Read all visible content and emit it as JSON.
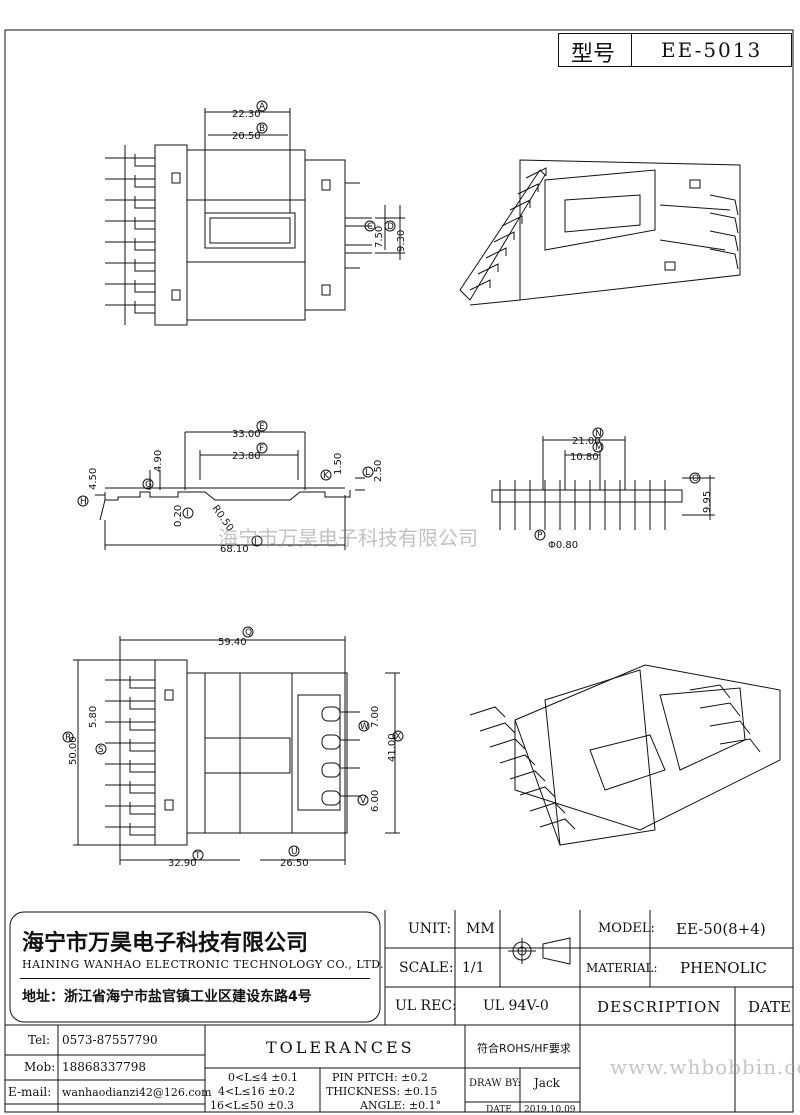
{
  "model_box": {
    "label": "型号",
    "value": "EE-5013"
  },
  "views": {
    "top": {
      "dims": {
        "A": "22.30",
        "B": "20.50",
        "C": "7.50",
        "D": "9.30"
      },
      "tags": {
        "A": "A",
        "B": "B",
        "C": "C",
        "D": "D"
      }
    },
    "side": {
      "dims": {
        "E": "33.00",
        "F": "23.80",
        "G": "4.90",
        "H": "4.50",
        "I": "0.20",
        "J": "68.10",
        "K": "1.50",
        "L": "2.50",
        "R": "R0.50"
      },
      "tags": {
        "E": "E",
        "F": "F",
        "G": "G",
        "H": "H",
        "I": "I",
        "J": "J",
        "K": "K",
        "L": "L"
      }
    },
    "end": {
      "dims": {
        "N": "21.00",
        "M": "10.80",
        "O": "9.95",
        "P": "Φ0.80"
      },
      "tags": {
        "N": "N",
        "M": "M",
        "O": "O",
        "P": "P"
      }
    },
    "bottom": {
      "dims": {
        "Q": "59.40",
        "R": "50.00",
        "S": "5.80",
        "T": "32.90",
        "U": "26.50",
        "W": "7.00",
        "X": "41.00",
        "V": "6.00"
      },
      "tags": {
        "Q": "Q",
        "R": "R",
        "S": "S",
        "T": "T",
        "U": "U",
        "W": "W",
        "X": "X",
        "V": "V"
      }
    }
  },
  "watermark": "海宁市万昊电子科技有限公司",
  "title_block": {
    "company_cn": "海宁市万昊电子科技有限公司",
    "company_en": "HAINING WANHAO ELECTRONIC TECHNOLOGY CO., LTD.",
    "address": "地址：浙江省海宁市盐官镇工业区建设东路4号",
    "unit_label": "UNIT:",
    "unit_value": "MM",
    "scale_label": "SCALE:",
    "scale_value": "1/1",
    "ul_label": "UL REC:",
    "ul_value": "UL 94V-0",
    "model_label": "MODEL:",
    "model_value": "EE-50(8+4)",
    "material_label": "MATERIAL:",
    "material_value": "PHENOLIC",
    "description": "DESCRIPTION",
    "date": "DATE",
    "tel_label": "Tel:",
    "tel_value": "0573-87557790",
    "mob_label": "Mob:",
    "mob_value": "18868337798",
    "email_label": "E-mail:",
    "email_value": "wanhaodianzi42@126.com",
    "tolerances": "TOLERANCES",
    "tol_rows": [
      "0<L≤4 ±0.1",
      "4<L≤16 ±0.2",
      "16<L≤50 ±0.3"
    ],
    "tol_right": [
      "PIN PITCH: ±0.2",
      "THICKNESS: ±0.15",
      "ANGLE: ±0.1°"
    ],
    "rohs": "符合ROHS/HF要求",
    "draw_by_label": "DRAW BY:",
    "draw_by_value": "Jack",
    "date_label": "DATE",
    "date_value": "2019.10.09",
    "site_watermark": "www.whbobbin.com"
  }
}
